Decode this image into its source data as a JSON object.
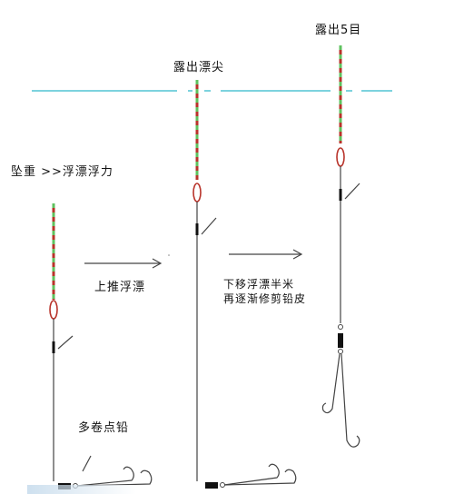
{
  "labels": {
    "step1_heading": "坠重 >>浮漂浮力",
    "step1_action": "多卷点铅",
    "step2_heading": "露出漂尖",
    "step2_action": "上推浮漂",
    "step3_heading": "露出5目",
    "step3_action_line1": "下移浮漂半米",
    "step3_action_line2": "再逐渐修剪铅皮"
  },
  "colors": {
    "water": "#7dd3de",
    "float_stripe_red": "#b8332a",
    "float_stripe_green": "#5fc25f",
    "line": "#444444",
    "sinker": "#111111"
  }
}
